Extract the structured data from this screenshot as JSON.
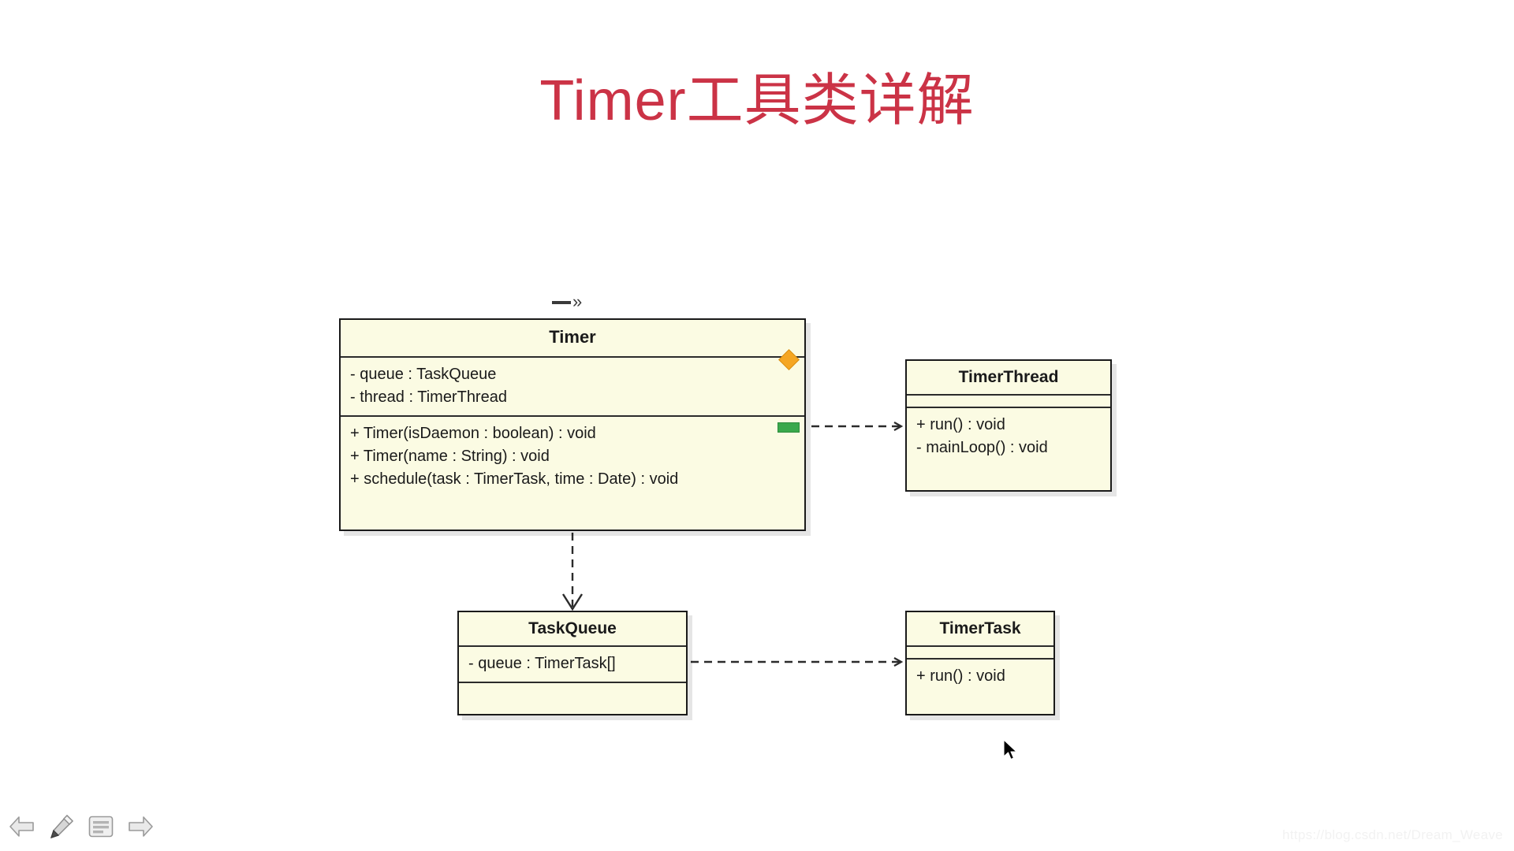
{
  "slide": {
    "title": "Timer工具类详解",
    "title_color": "#cb3346",
    "background_color": "#ffffff"
  },
  "diagram": {
    "type": "uml-class-diagram",
    "box_fill": "#fbfbe3",
    "box_border": "#1a1a1a",
    "stereotype_marker": "»",
    "classes": [
      {
        "id": "timer",
        "name": "Timer",
        "attributes": [
          "- queue : TaskQueue",
          "- thread : TimerThread"
        ],
        "methods": [
          "+ Timer(isDaemon : boolean) : void",
          "+ Timer(name : String) : void",
          "+ schedule(task : TimerTask, time : Date) : void"
        ],
        "decorators": [
          {
            "name": "orange-diamond",
            "color": "#f5a623"
          },
          {
            "name": "green-marker",
            "color": "#3aa84c"
          }
        ]
      },
      {
        "id": "timerthread",
        "name": "TimerThread",
        "attributes": [],
        "methods": [
          "+ run() : void",
          "- mainLoop() : void"
        ]
      },
      {
        "id": "taskqueue",
        "name": "TaskQueue",
        "attributes": [
          "- queue : TimerTask[]"
        ],
        "methods": []
      },
      {
        "id": "timertask",
        "name": "TimerTask",
        "attributes": [],
        "methods": [
          "+ run() : void"
        ]
      }
    ],
    "relations": [
      {
        "from": "Timer",
        "to": "TimerThread",
        "style": "dashed-arrow"
      },
      {
        "from": "Timer",
        "to": "TaskQueue",
        "style": "dashed-arrow"
      },
      {
        "from": "TaskQueue",
        "to": "TimerTask",
        "style": "dashed-arrow"
      }
    ]
  },
  "toolbar": {
    "items": [
      {
        "name": "previous-slide",
        "icon": "left-arrow-icon"
      },
      {
        "name": "pen-tool",
        "icon": "pen-icon"
      },
      {
        "name": "menu",
        "icon": "list-menu-icon"
      },
      {
        "name": "next-slide",
        "icon": "right-arrow-icon"
      }
    ]
  },
  "watermark": {
    "text": "https://blog.csdn.net/Dream_Weave"
  }
}
